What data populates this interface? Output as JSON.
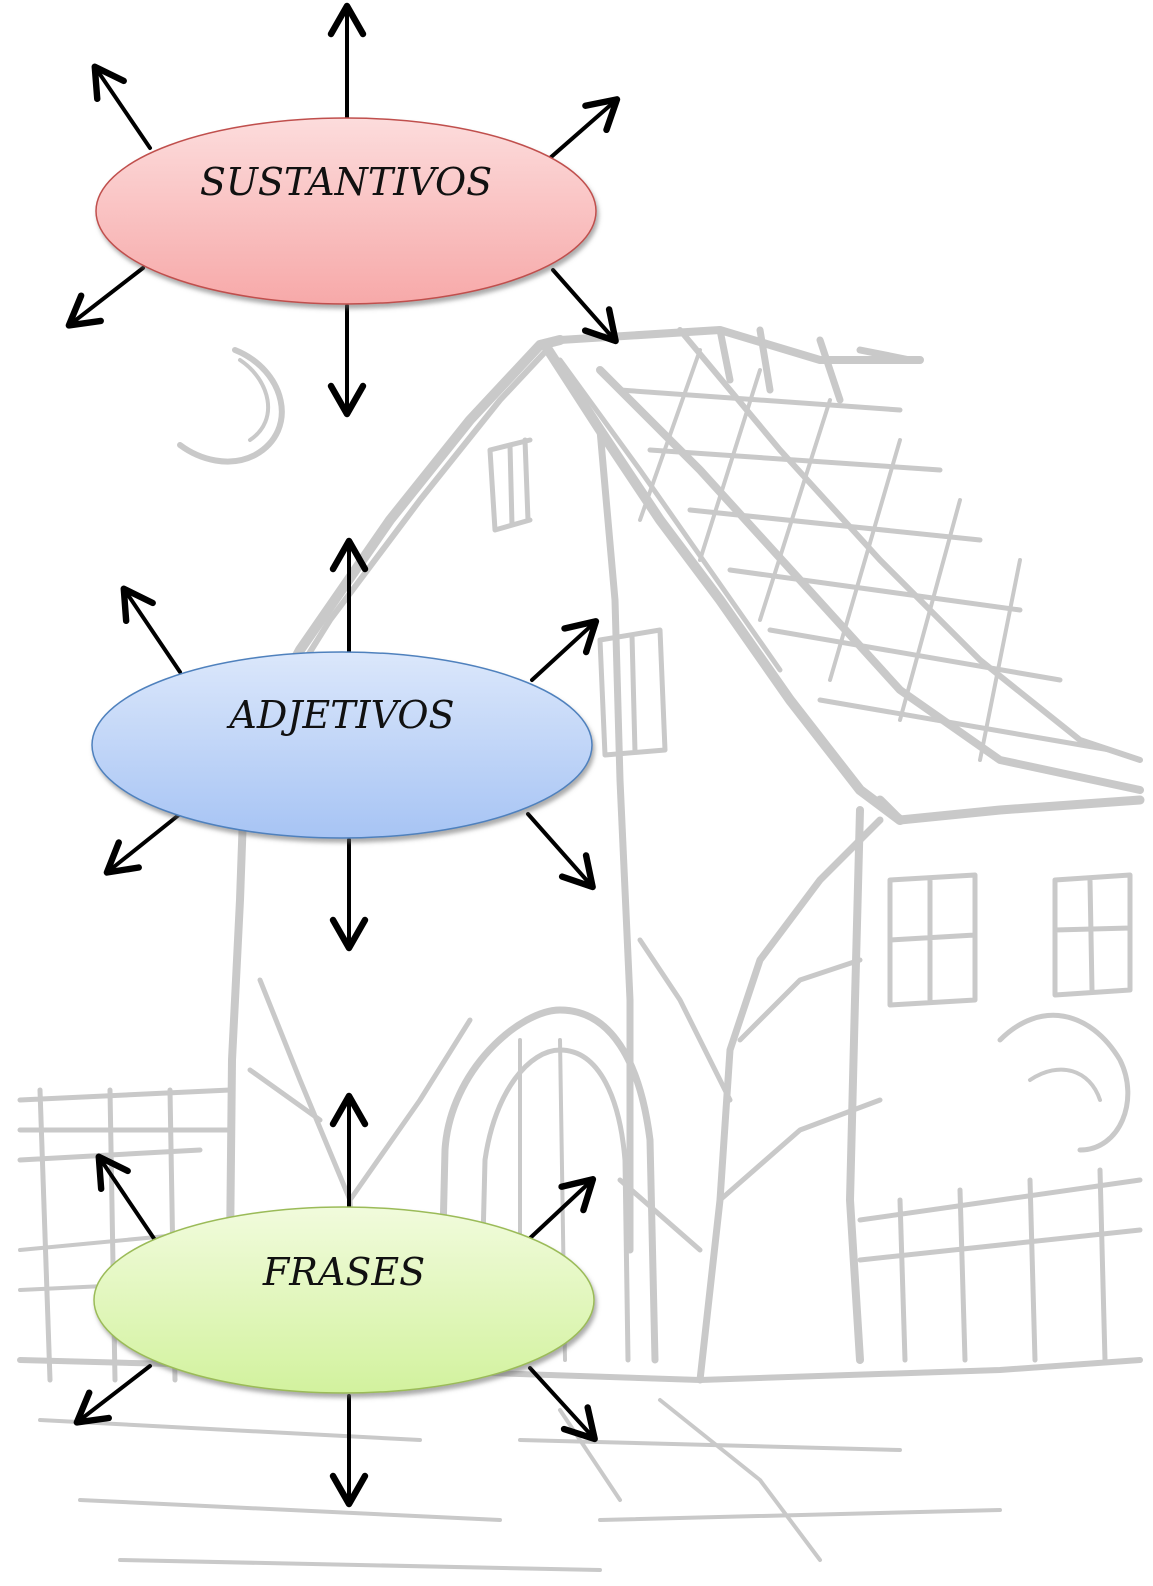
{
  "nodes": [
    {
      "id": "sustantivos",
      "label": "SUSTANTIVOS",
      "fill_top": "#fcdcdc",
      "fill_bottom": "#f7a9a9",
      "stroke": "#c0504d"
    },
    {
      "id": "adjetivos",
      "label": "ADJETIVOS",
      "fill_top": "#dbe7fb",
      "fill_bottom": "#a7c4f4",
      "stroke": "#4f81bd"
    },
    {
      "id": "frases",
      "label": "FRASES",
      "fill_top": "#f1fbdc",
      "fill_bottom": "#d2f29e",
      "stroke": "#9bbb59"
    }
  ],
  "arrow_color": "#000000",
  "background_sketch_color": "#c9c9c9",
  "background_icon": "house-sketch-icon"
}
